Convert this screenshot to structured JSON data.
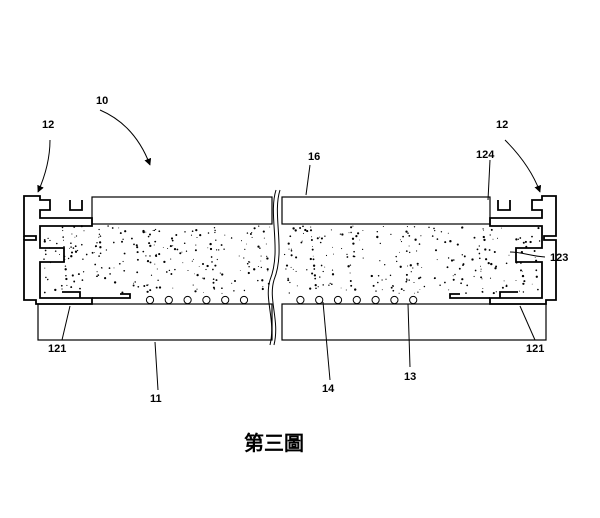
{
  "figure": {
    "caption": "第三圖",
    "labels": {
      "assembly": "10",
      "frame_left": "12",
      "frame_right": "12",
      "cover_plate": "16",
      "edge_124": "124",
      "edge_123": "123",
      "flange_left": "121",
      "flange_right": "121",
      "base_plate": "11",
      "filler": "14",
      "beads": "13"
    }
  }
}
